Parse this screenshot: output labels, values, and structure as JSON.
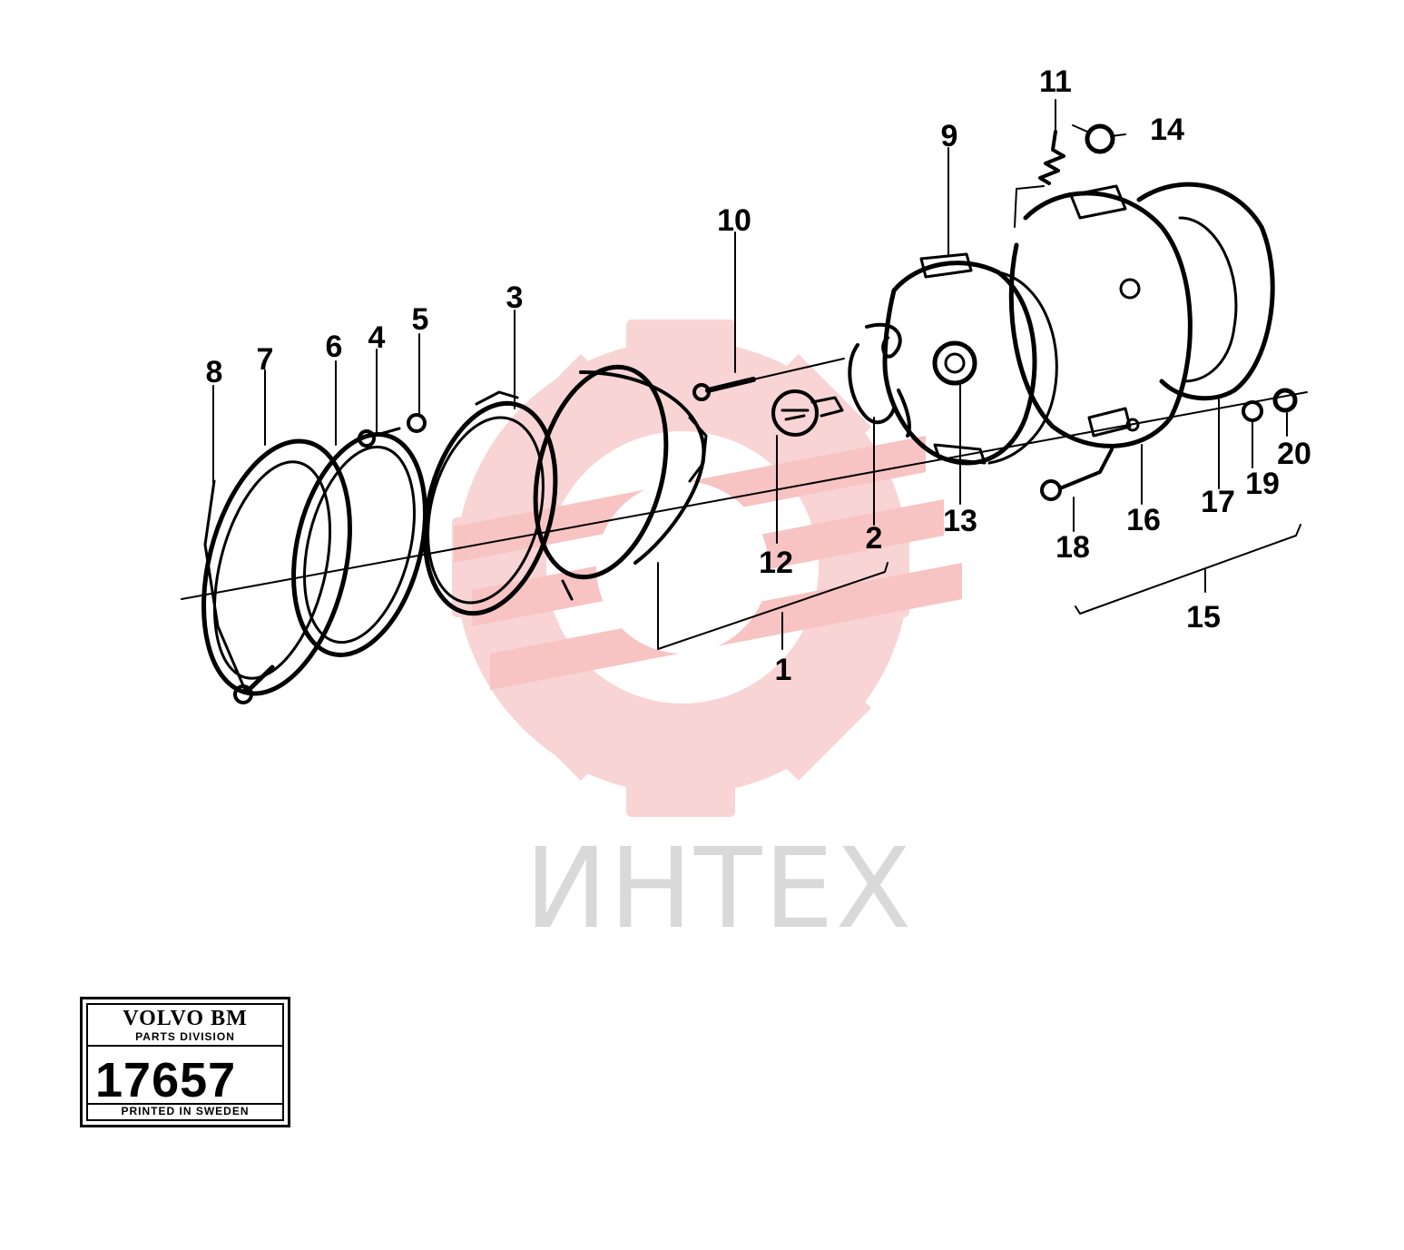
{
  "diagram": {
    "callouts": [
      "1",
      "2",
      "3",
      "4",
      "5",
      "6",
      "7",
      "8",
      "9",
      "10",
      "11",
      "12",
      "13",
      "14",
      "15",
      "16",
      "17",
      "18",
      "19",
      "20"
    ]
  },
  "watermark": {
    "text": "ИНТЕХ",
    "logo_icon": "gear-logo-icon",
    "logo_color": "#f7c9c9",
    "text_color": "#d9d9d9"
  },
  "badge": {
    "brand": "VOLVO BM",
    "division": "PARTS DIVISION",
    "number": "17657",
    "printed": "PRINTED IN SWEDEN"
  }
}
